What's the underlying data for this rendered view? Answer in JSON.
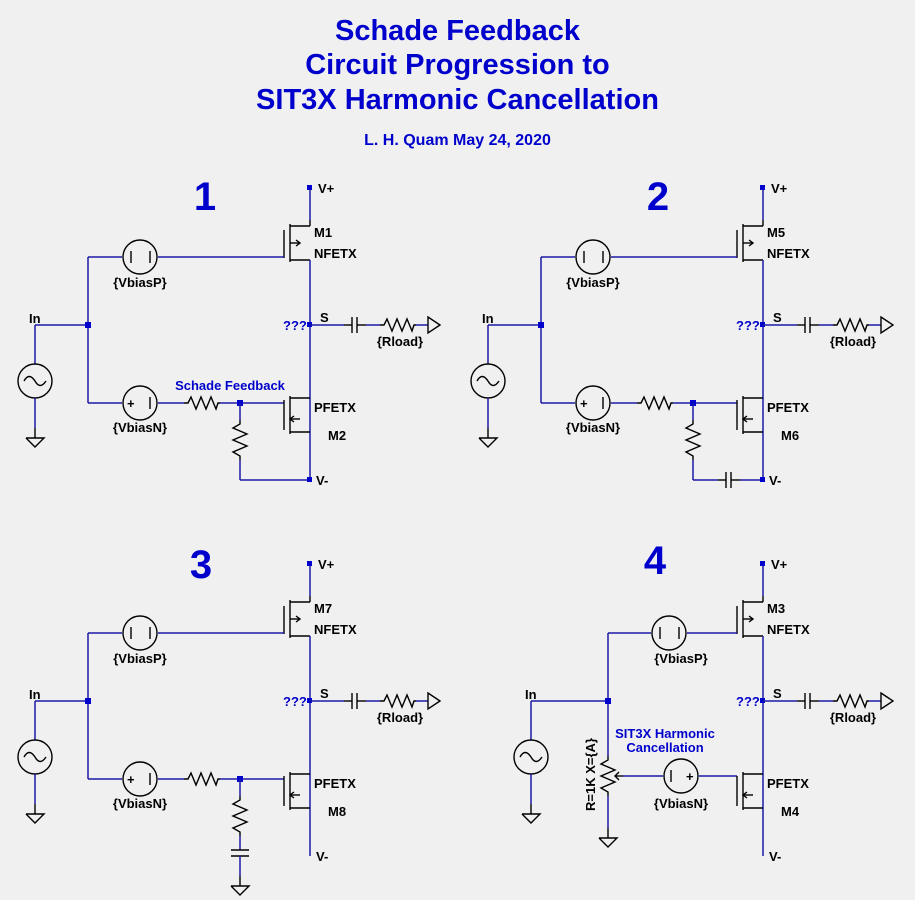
{
  "title": {
    "line1": "Schade Feedback",
    "line2": "Circuit Progression to",
    "line3": "SIT3X Harmonic Cancellation"
  },
  "author": "L. H. Quam   May 24, 2020",
  "labels": {
    "vplus": "V+",
    "vminus": "V-",
    "in": "In",
    "s": "S",
    "unknown": "???",
    "nfet": "NFETX",
    "pfet": "PFETX",
    "rload": "{Rload}",
    "vbiasp": "{VbiasP}",
    "vbiasn": "{VbiasN}",
    "plus": "+",
    "minus": "−"
  },
  "circuits": [
    {
      "number": "1",
      "top_fet": "M1",
      "bottom_fet": "M2",
      "annotation": "Schade Feedback"
    },
    {
      "number": "2",
      "top_fet": "M5",
      "bottom_fet": "M6"
    },
    {
      "number": "3",
      "top_fet": "M7",
      "bottom_fet": "M8"
    },
    {
      "number": "4",
      "top_fet": "M3",
      "bottom_fet": "M4",
      "annotation_line1": "SIT3X Harmonic",
      "annotation_line2": "Cancellation",
      "pot_label": "R=1K X={A}"
    }
  ]
}
